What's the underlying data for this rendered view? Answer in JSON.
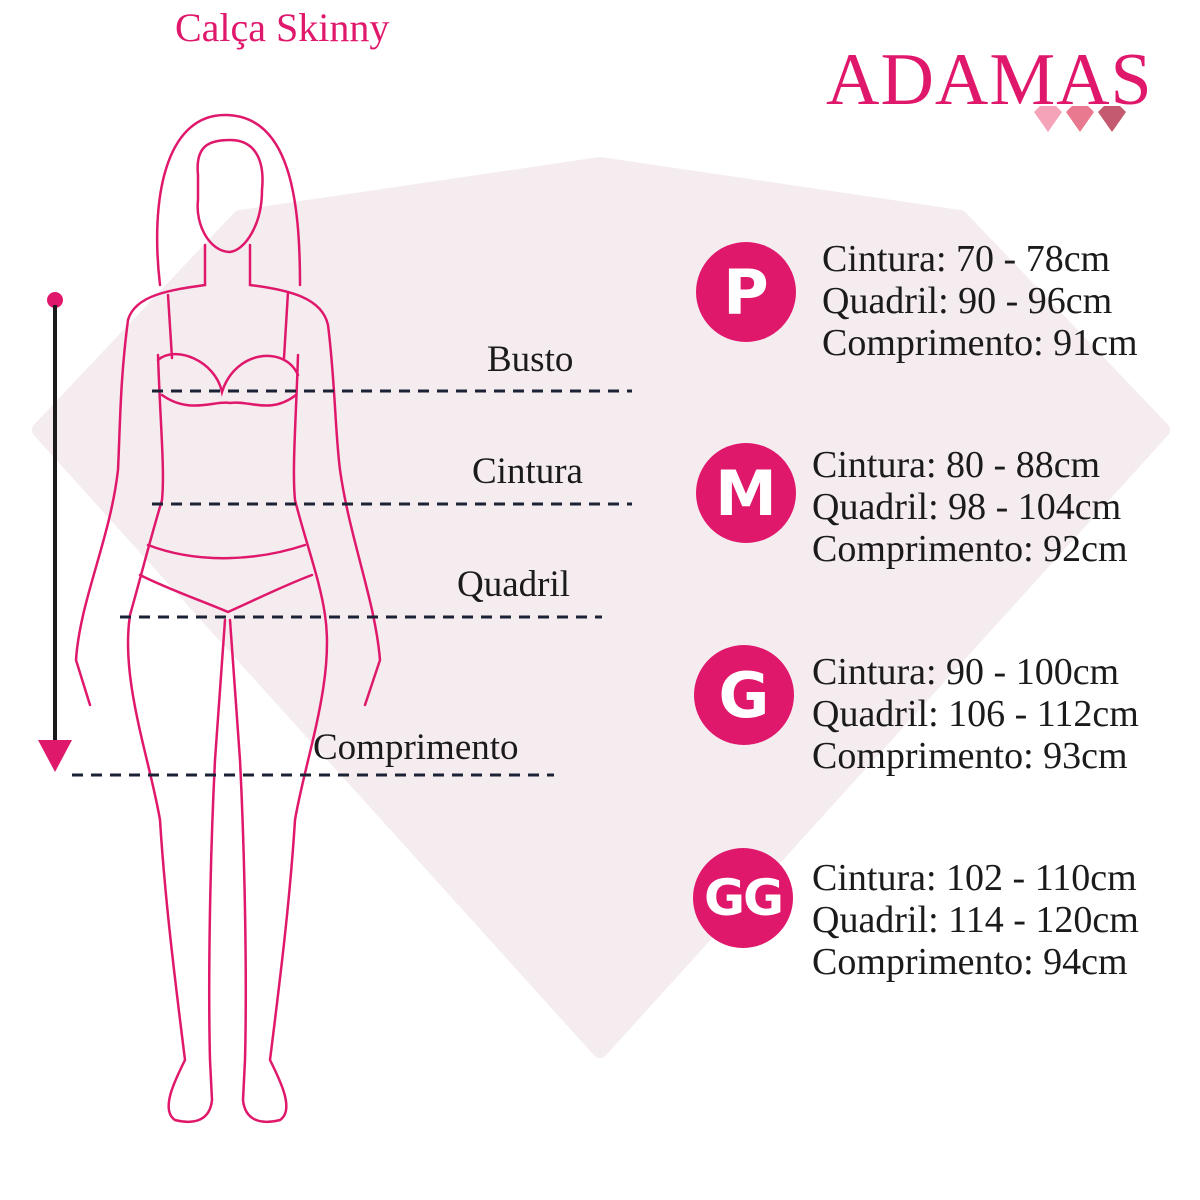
{
  "title": "Calça Skinny",
  "brand": "ADAMAS",
  "colors": {
    "accent": "#e0186c",
    "diamond_bg": "#f5ecf0",
    "text": "#1b1b1b"
  },
  "measurements": [
    "Busto",
    "Cintura",
    "Quadril",
    "Comprimento"
  ],
  "sizes": [
    {
      "label": "P",
      "lines": [
        "Cintura: 70 - 78cm",
        "Quadril: 90 - 96cm",
        "Comprimento: 91cm"
      ]
    },
    {
      "label": "M",
      "lines": [
        "Cintura: 80 - 88cm",
        "Quadril: 98 - 104cm",
        "Comprimento: 92cm"
      ]
    },
    {
      "label": "G",
      "lines": [
        "Cintura: 90 - 100cm",
        "Quadril: 106 - 112cm",
        "Comprimento: 93cm"
      ]
    },
    {
      "label": "GG",
      "lines": [
        "Cintura: 102 - 110cm",
        "Quadril: 114 - 120cm",
        "Comprimento: 94cm"
      ]
    }
  ]
}
